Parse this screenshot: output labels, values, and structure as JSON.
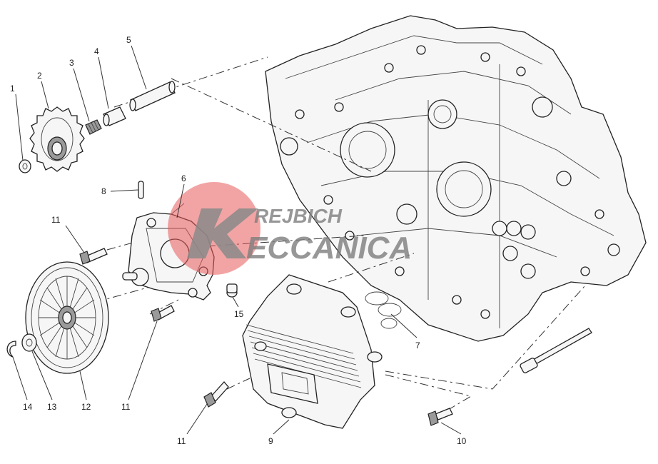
{
  "callouts": [
    "1",
    "2",
    "3",
    "4",
    "5",
    "6",
    "7",
    "8",
    "9",
    "10",
    "11",
    "11",
    "11",
    "12",
    "13",
    "14",
    "15"
  ],
  "watermark": {
    "line1": "REJBICH",
    "line2": "ECCANICA",
    "circle_color": "#e85a5a"
  }
}
